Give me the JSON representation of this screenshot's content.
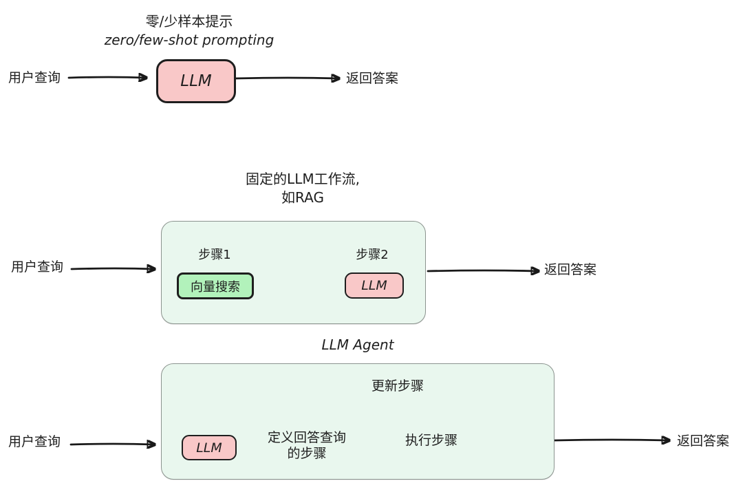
{
  "colors": {
    "background": "#ffffff",
    "pink_fill": "#f9c8c8",
    "green_fill": "#b2f2bb",
    "container_fill": "#e9f7ee",
    "container_stroke": "#8b938e",
    "node_stroke": "#1e1e1e",
    "arrow": "#191919",
    "text": "#1e1e1e"
  },
  "sections": {
    "zero_shot": {
      "title_zh": "零/少样本提示",
      "title_en": "zero/few-shot prompting",
      "input_label": "用户查询",
      "llm_label": "LLM",
      "output_label": "返回答案"
    },
    "workflow": {
      "title_line1": "固定的LLM工作流,",
      "title_line2": "如RAG",
      "input_label": "用户查询",
      "step1_label": "步骤1",
      "step1_box": "向量搜索",
      "step2_label": "步骤2",
      "step2_box": "LLM",
      "output_label": "返回答案"
    },
    "agent": {
      "title": "LLM Agent",
      "input_label": "用户查询",
      "llm_label": "LLM",
      "define_step_line1": "定义回答查询",
      "define_step_line2": "的步骤",
      "execute_label": "执行步骤",
      "update_label": "更新步骤",
      "output_label": "返回答案"
    }
  }
}
